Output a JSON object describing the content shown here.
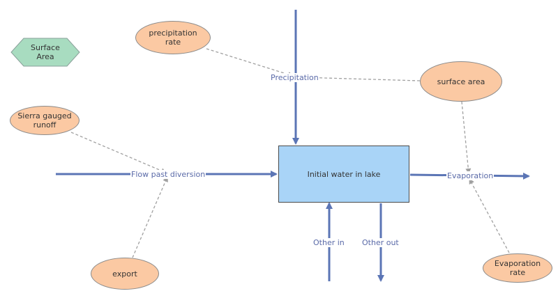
{
  "diagram": {
    "stock": {
      "label": "Initial water in lake"
    },
    "flows": {
      "precipitation": "Precipitation",
      "flow_past_diversion": "Flow past diversion",
      "evaporation": "Evaporation",
      "other_in": "Other in",
      "other_out": "Other out"
    },
    "converters": {
      "precipitation_rate": "precipitation rate",
      "surface_area": "surface area",
      "sierra_runoff_line1": "Sierra gauged",
      "sierra_runoff_line2": "runoff",
      "export": "export",
      "evaporation_rate": "Evaporation rate"
    },
    "ghost": {
      "line1": "Surface",
      "line2": "Area"
    },
    "colors": {
      "flow": "#5b75b5",
      "stock_fill": "#a9d4f7",
      "converter_fill": "#fbc9a3",
      "ghost_fill": "#a8dcc0",
      "connector": "#a0a0a0"
    }
  }
}
